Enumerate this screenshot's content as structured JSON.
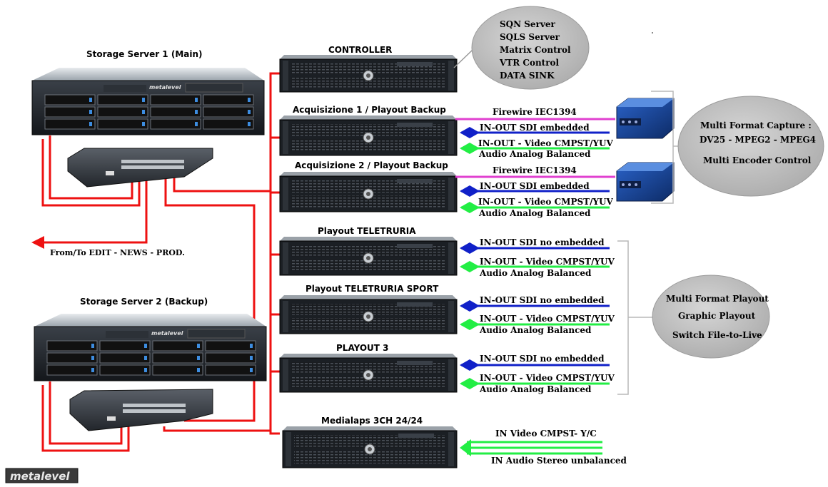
{
  "colors": {
    "net": "#ee1111",
    "sdi": "#1020c8",
    "video": "#22ee44",
    "firewire": "#e040d0",
    "rack": "#1b1f24",
    "cloud": "#c2c2c2"
  },
  "storage": {
    "main_label": "Storage Server 1 (Main)",
    "backup_label": "Storage Server 2 (Backup)",
    "brand": "metalevel"
  },
  "edit_link": "From/To EDIT - NEWS - PROD.",
  "servers": {
    "controller": "CONTROLLER",
    "acq1": "Acquisizione 1 / Playout Backup",
    "acq2": "Acquisizione 2 / Playout Backup",
    "playout1": "Playout TELETRURIA",
    "playout2": "Playout TELETRURIA SPORT",
    "playout3": "PLAYOUT 3",
    "medialaps": "Medialaps 3CH 24/24"
  },
  "signals": {
    "firewire": "Firewire IEC1394",
    "sdi_embedded": "IN-OUT SDI embedded",
    "sdi_no_embedded": "IN-OUT SDI no embedded",
    "video": "IN-OUT - Video  CMPST/YUV",
    "audio": "Audio Analog Balanced",
    "in_video": "IN Video CMPST- Y/C",
    "in_audio": "IN Audio Stereo unbalanced"
  },
  "controller_cloud": [
    "SQN Server",
    "SQLS Server",
    "Matrix Control",
    "VTR Control",
    "DATA SINK"
  ],
  "capture_cloud": [
    "Multi Format Capture :",
    "DV25 - MPEG2 - MPEG4",
    "Multi Encoder Control"
  ],
  "playout_cloud": [
    "Multi Format Playout",
    "Graphic Playout",
    "Switch File-to-Live"
  ],
  "logo": "metalevel"
}
